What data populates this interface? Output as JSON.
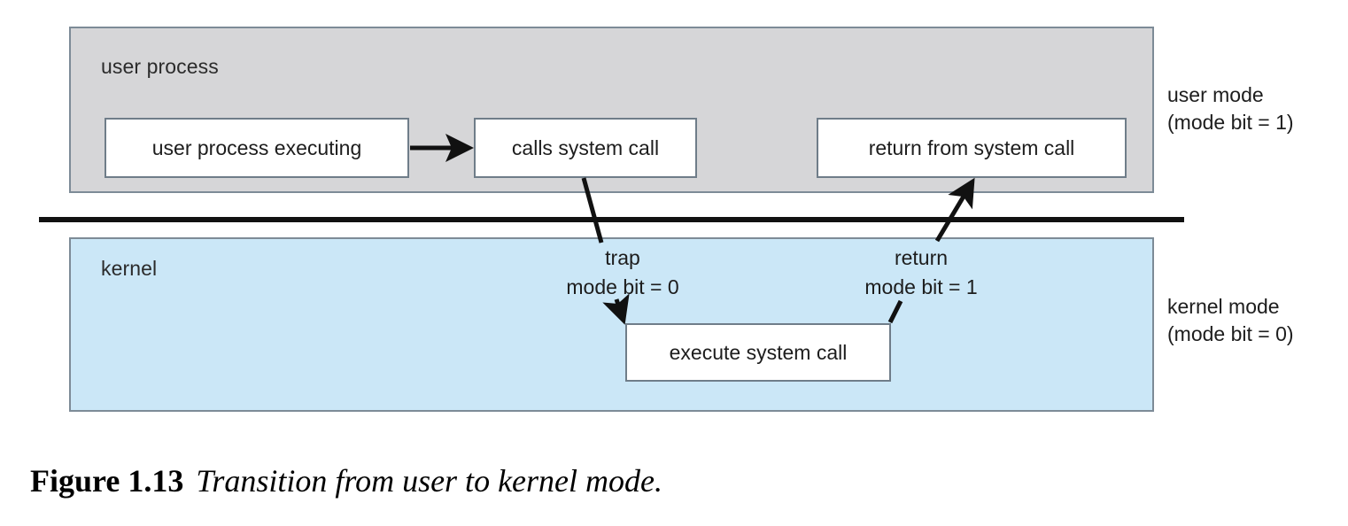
{
  "figure": {
    "caption_number": "Figure 1.13",
    "caption_text": "Transition from user to kernel mode."
  },
  "regions": {
    "user": {
      "label": "user process",
      "fill_color": "#d6d6d8",
      "border_color": "#7d8b97"
    },
    "kernel": {
      "label": "kernel",
      "fill_color": "#cbe7f7",
      "border_color": "#7d8b97"
    }
  },
  "nodes": [
    {
      "id": "user-process-executing",
      "label": "user process executing"
    },
    {
      "id": "calls-system-call",
      "label": "calls system call"
    },
    {
      "id": "return-from-system-call",
      "label": "return from system call"
    },
    {
      "id": "execute-system-call",
      "label": "execute system call"
    }
  ],
  "transitions": {
    "trap": {
      "name": "trap",
      "mode_bit": "mode bit = 0"
    },
    "return": {
      "name": "return",
      "mode_bit": "mode bit = 1"
    }
  },
  "mode_captions": {
    "user": {
      "title": "user mode",
      "bit": "(mode bit = 1)"
    },
    "kernel": {
      "title": "kernel mode",
      "bit": "(mode bit = 0)"
    }
  }
}
